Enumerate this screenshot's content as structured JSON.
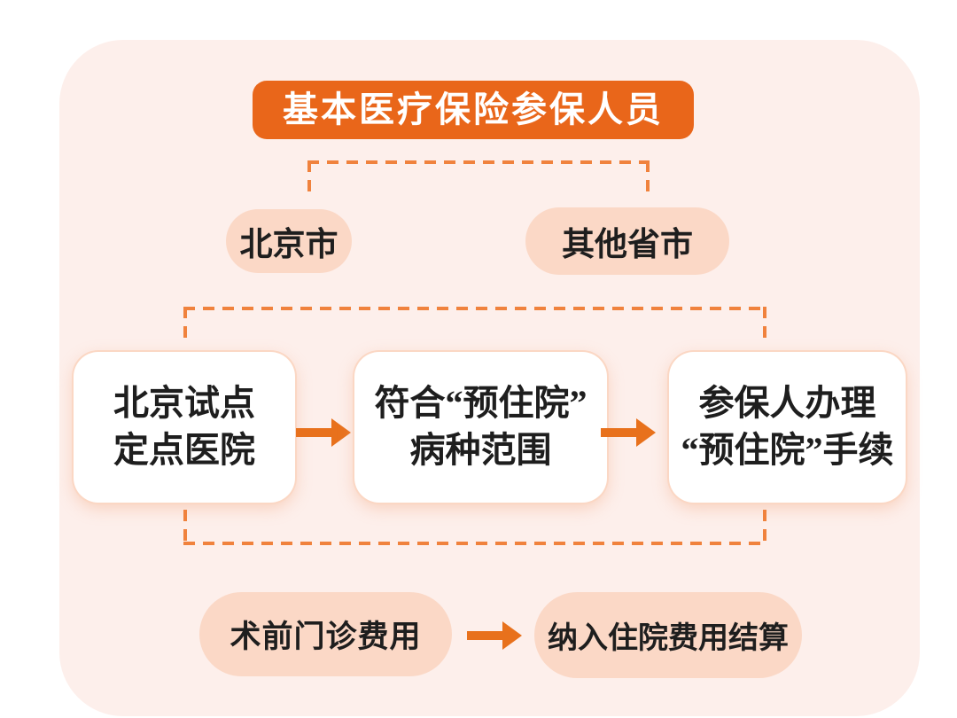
{
  "colors": {
    "page_bg": "#ffffff",
    "panel_bg": "#fdefeb",
    "header_bg": "#e9661a",
    "header_text": "#ffffff",
    "pill_bg": "#fbd8c6",
    "box_bg": "#ffffff",
    "box_border": "#fbd7c4",
    "text": "#1e1e1e",
    "arrow": "#e8711c",
    "dash": "#f0823d"
  },
  "header": {
    "title": "基本医疗保险参保人员"
  },
  "regions": {
    "beijing": "北京市",
    "other_provinces": "其他省市"
  },
  "flow": {
    "steps": [
      {
        "lines": [
          "北京试点",
          "定点医院"
        ]
      },
      {
        "lines": [
          "符合“预住院”",
          "病种范围"
        ]
      },
      {
        "lines": [
          "参保人办理",
          "“预住院”手续"
        ]
      }
    ]
  },
  "settlement": {
    "from": "术前门诊费用",
    "to": "纳入住院费用结算"
  },
  "icons": {
    "arrow_right": "→"
  }
}
